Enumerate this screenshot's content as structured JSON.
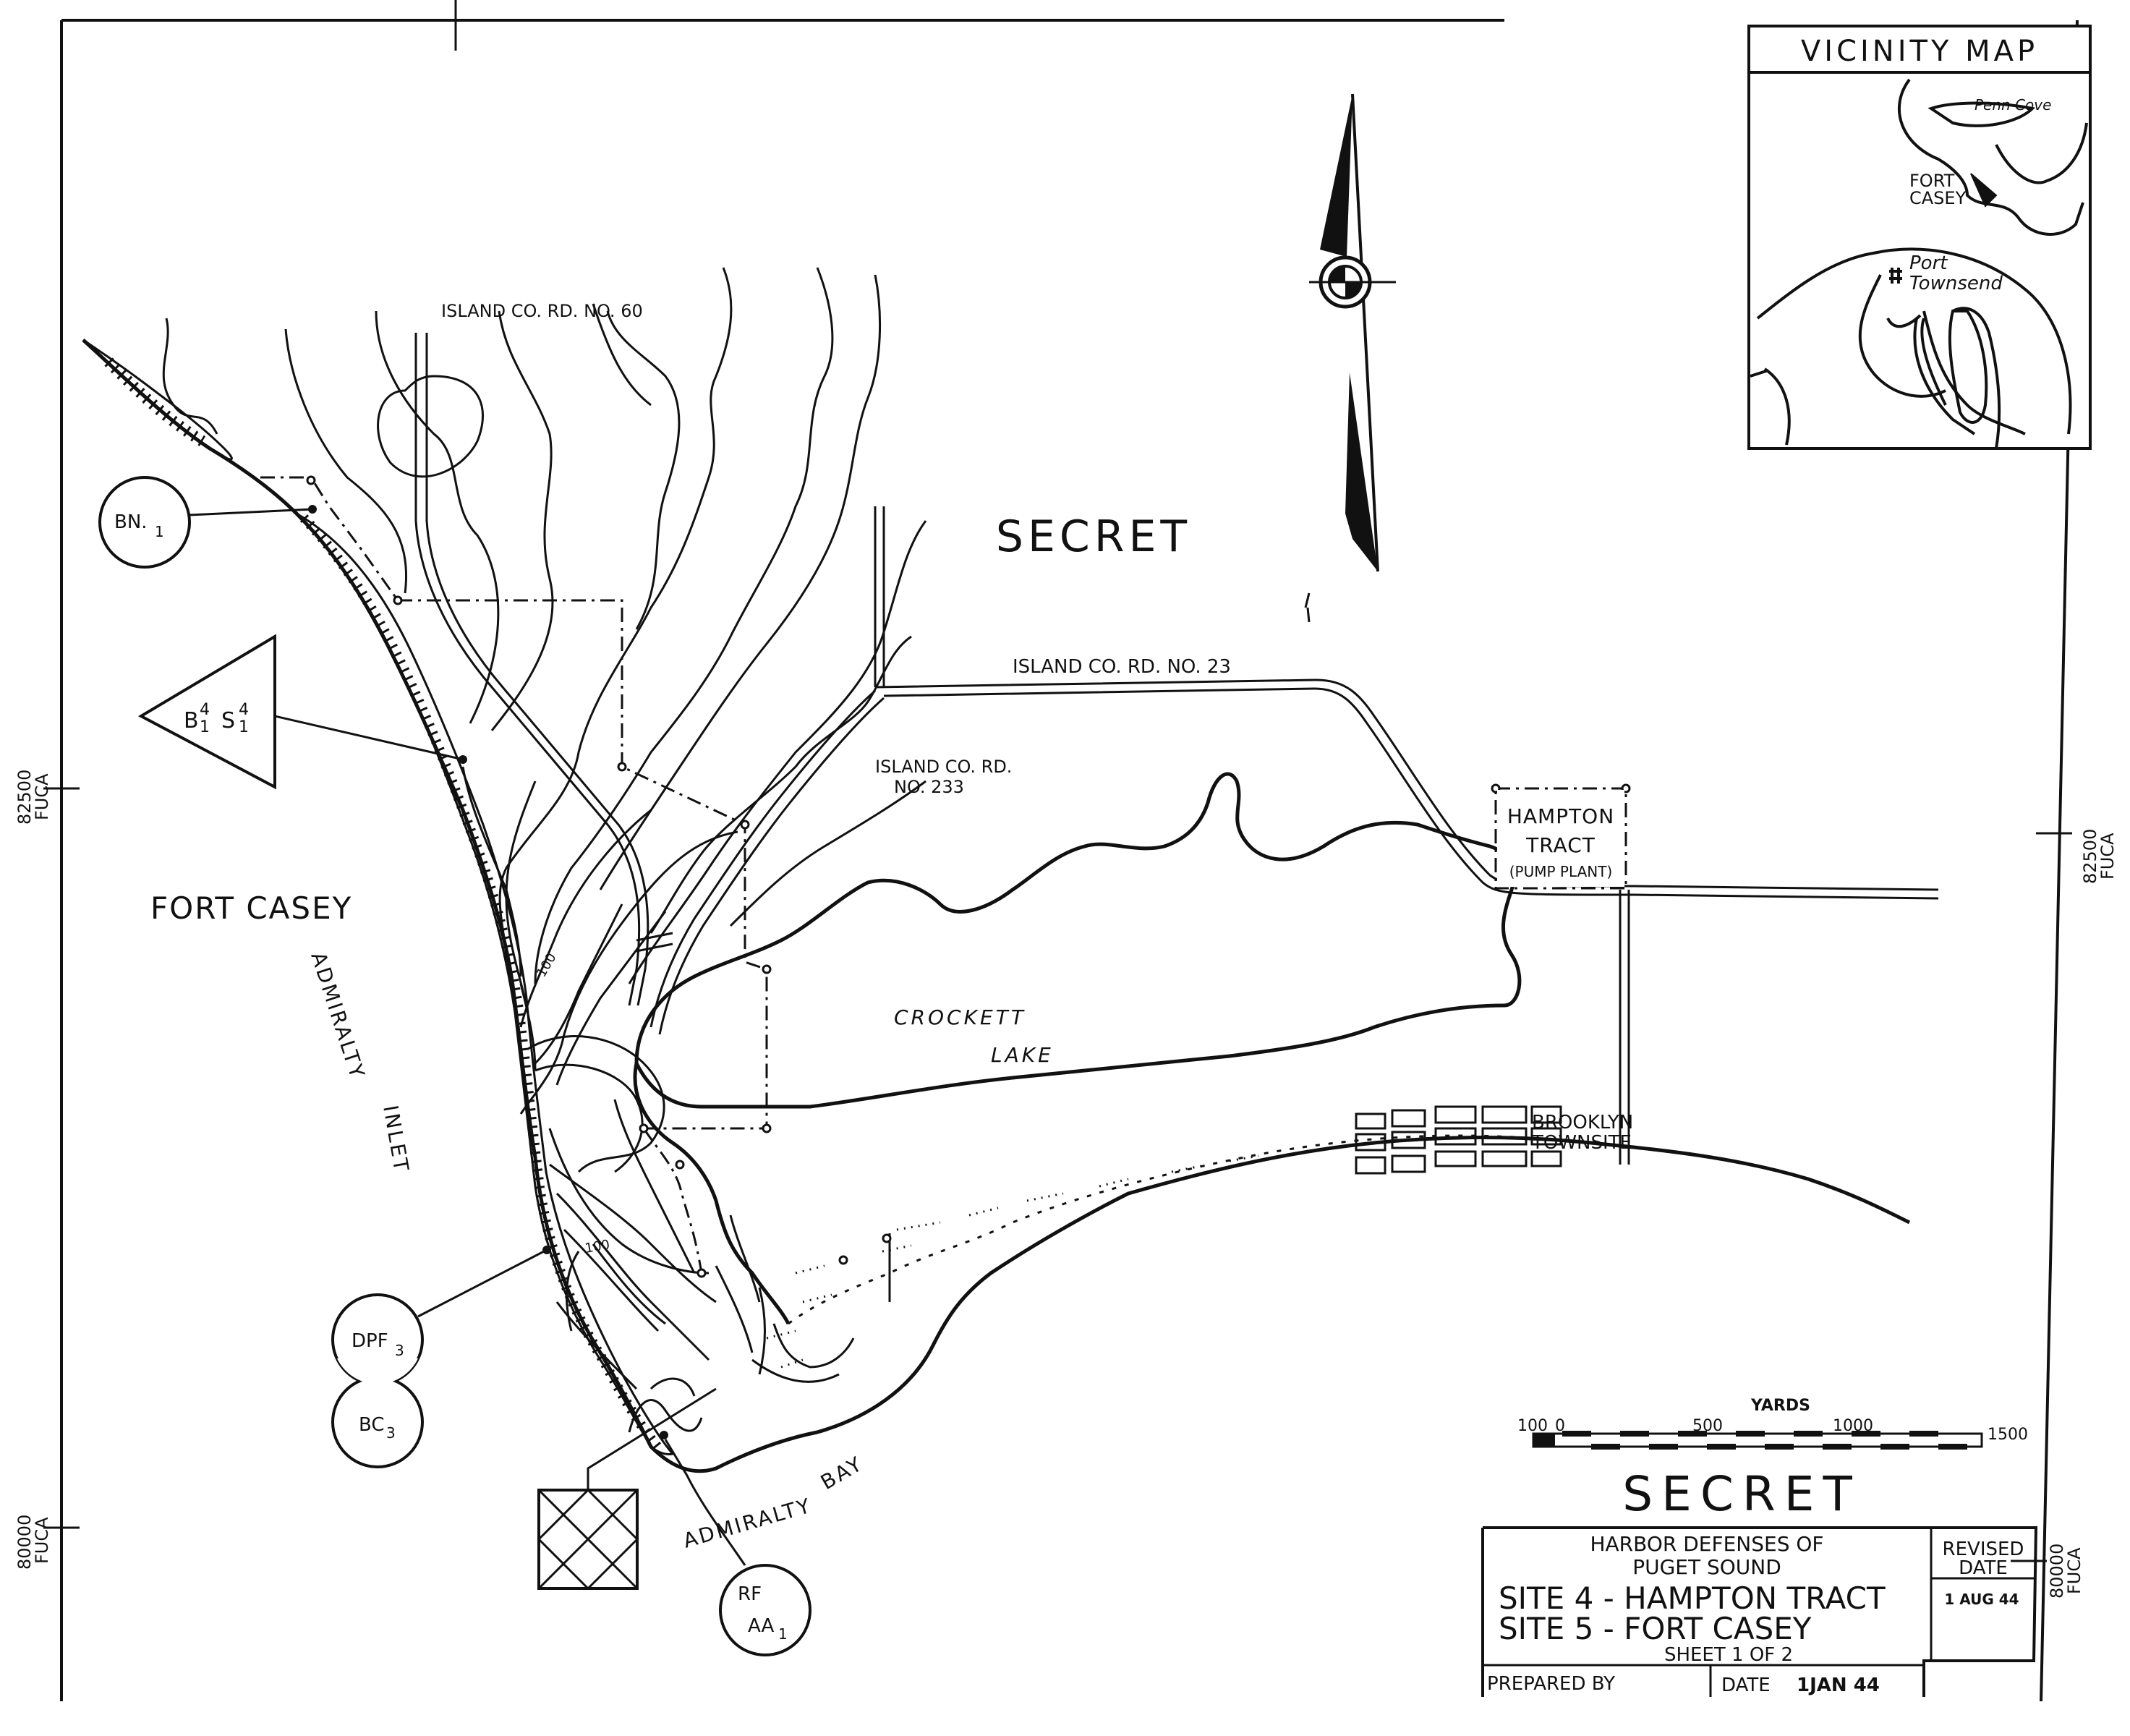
{
  "classification": {
    "top": "SECRET",
    "bottom": "SECRET"
  },
  "vicinity_map": {
    "title": "VICINITY MAP",
    "penn_cove": "Penn Cove",
    "fort_casey_1": "FORT",
    "fort_casey_2": "CASEY",
    "port_townsend_1": "Port",
    "port_townsend_2": "Townsend"
  },
  "roads": {
    "rd60": "ISLAND CO. RD. NO. 60",
    "rd23": "ISLAND CO. RD. NO. 23",
    "rd233_1": "ISLAND CO. RD.",
    "rd233_2": "NO. 233"
  },
  "places": {
    "fort_casey": "FORT CASEY",
    "admiralty_inlet_1": "ADMIRALTY",
    "admiralty_inlet_2": "INLET",
    "crockett_1": "CROCKETT",
    "crockett_2": "LAKE",
    "brooklyn_1": "BROOKLYN",
    "brooklyn_2": "TOWNSITE",
    "admiralty_bay_1": "ADMIRALTY",
    "admiralty_bay_2": "BAY",
    "hampton_1": "HAMPTON",
    "hampton_2": "TRACT",
    "hampton_3": "(PUMP PLANT)"
  },
  "contours": {
    "c1": "100",
    "c2": "100"
  },
  "symbols": {
    "bn": "BN.",
    "bn_sub": "1",
    "b": "B",
    "b_sup": "4",
    "b_sub": "1",
    "s": "S",
    "s_sup": "4",
    "s_sub": "1",
    "dpf": "DPF",
    "dpf_sub": "3",
    "bc": "BC",
    "bc_sub": "3",
    "rf": "RF",
    "aa": "AA",
    "aa_sub": "1"
  },
  "grid": {
    "left_upper_1": "82500",
    "left_upper_2": "FUCA",
    "left_lower_1": "80000",
    "left_lower_2": "FUCA",
    "right_upper_1": "82500",
    "right_upper_2": "FUCA",
    "right_lower_1": "80000",
    "right_lower_2": "FUCA"
  },
  "scale": {
    "title": "YARDS",
    "t100": "100",
    "t0": "0",
    "t500": "500",
    "t1000": "1000",
    "t1500": "1500"
  },
  "title_block": {
    "line1": "HARBOR DEFENSES OF",
    "line2": "PUGET SOUND",
    "site4": "SITE 4 - HAMPTON TRACT",
    "site5": "SITE 5 - FORT CASEY",
    "sheet": "SHEET 1 OF 2",
    "revised_1": "REVISED",
    "revised_2": "DATE",
    "revised_date": "1 AUG 44",
    "prepared": "PREPARED BY",
    "date_label": "DATE",
    "date_value": "1JAN 44"
  }
}
